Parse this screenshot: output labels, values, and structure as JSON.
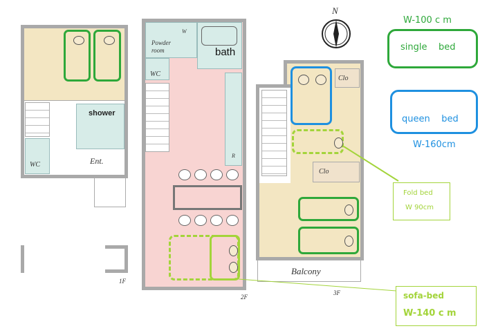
{
  "floors": {
    "f1": {
      "label": "1F",
      "rooms": {
        "wc": "WC",
        "shower": "shower",
        "entrance": "Ent."
      }
    },
    "f2": {
      "label": "2F",
      "rooms": {
        "powder": "Powder room",
        "bath": "bath",
        "wc": "WC",
        "washer": "W",
        "fridge": "R"
      }
    },
    "f3": {
      "label": "3F",
      "rooms": {
        "closet1": "Clo",
        "closet2": "Clo",
        "balcony": "Balcony"
      }
    }
  },
  "compass": {
    "label": "N"
  },
  "legend": {
    "single": {
      "width": "W-100 c m",
      "label": "single    bed",
      "color": "#2ea83a"
    },
    "queen": {
      "label": "queen    bed",
      "width": "W-160cm",
      "color": "#1e90e0"
    },
    "fold": {
      "label": "Fold bed",
      "width": "W 90cm",
      "color": "#a3d43a"
    },
    "sofa": {
      "label": "sofa-bed",
      "width": "W-140 c m",
      "color": "#a3d43a"
    }
  }
}
